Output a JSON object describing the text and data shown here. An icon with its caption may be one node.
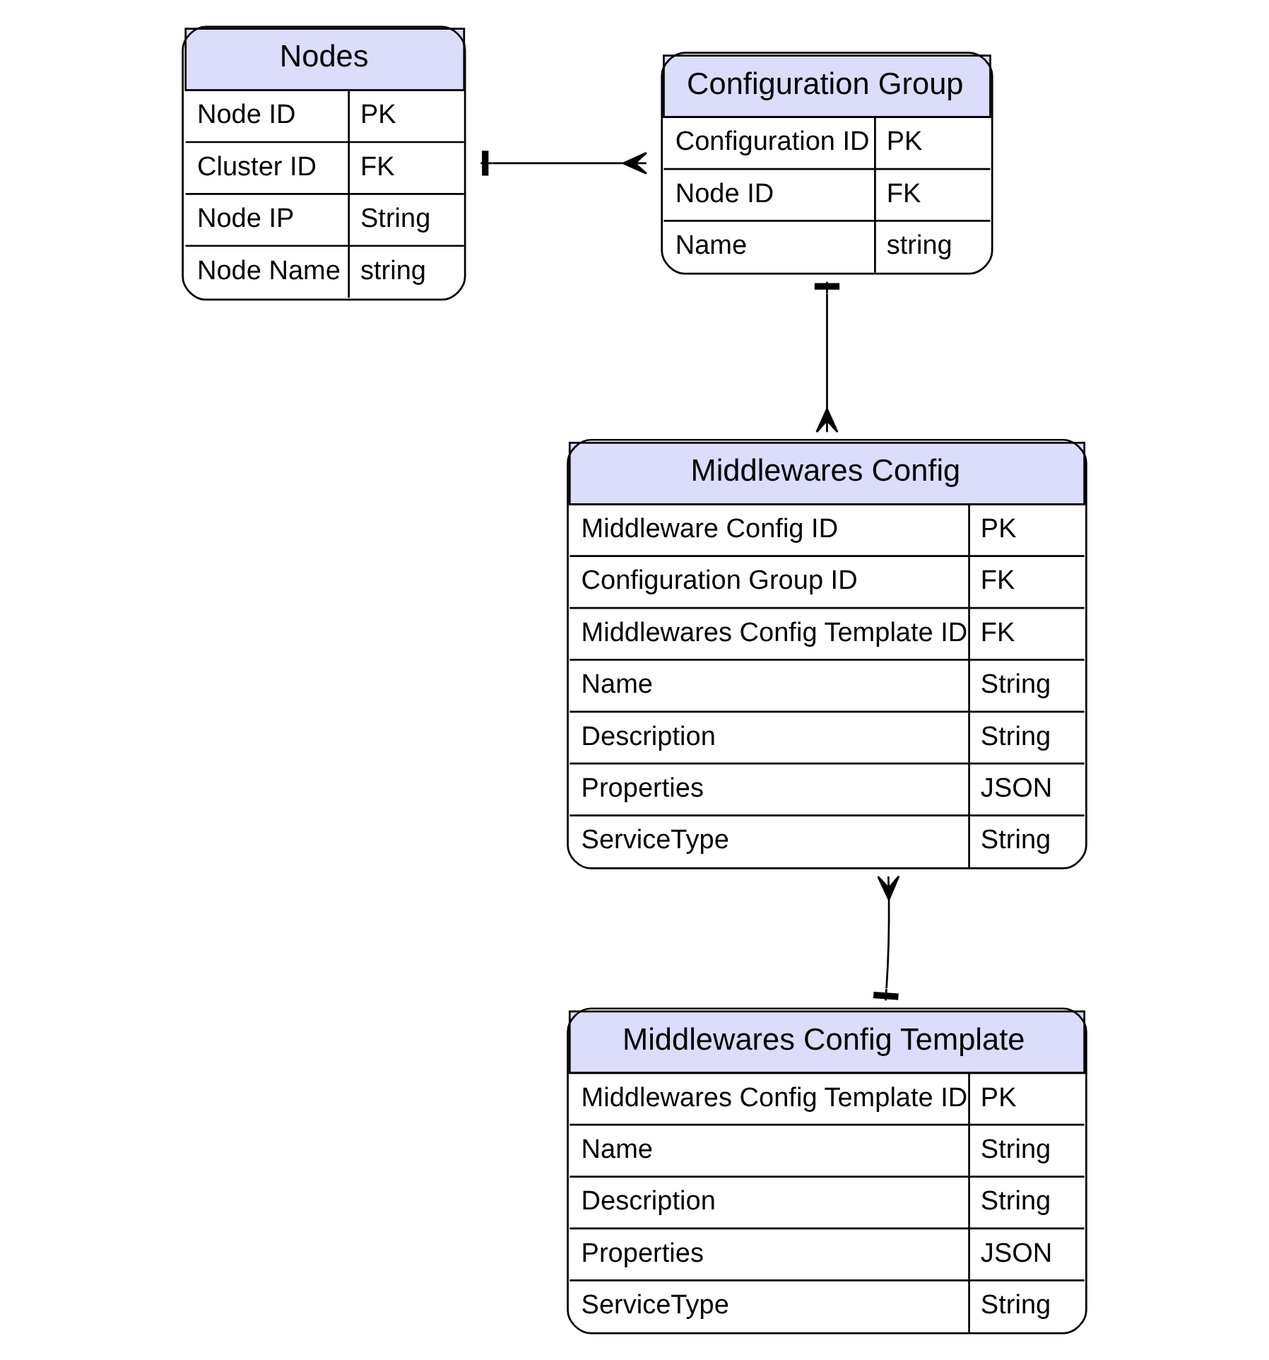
{
  "diagram": {
    "nodes": [
      {
        "text": [
          "Nodes",
          "Node ID",
          "PK",
          "Cluster ID",
          "FK",
          "Node IP",
          "String",
          "Node Name",
          "string"
        ]
      },
      {
        "text": [
          "Configuration Group",
          "Configuration ID",
          "PK",
          "Node ID",
          "FK",
          "Name",
          "string"
        ]
      },
      {
        "text": [
          "Middlewares Config",
          "Middleware Config ID",
          "PK",
          "Configuration Group ID",
          "FK",
          "Middlewares Config Template ID",
          "FK",
          "Name",
          "String",
          "Description",
          "String",
          "Properties",
          "JSON",
          "ServiceType",
          "String"
        ]
      },
      {
        "text": [
          "Middlewares Config Template",
          "Middlewares Config Template ID",
          "PK",
          "Name",
          "String",
          "Description",
          "String",
          "Properties",
          "JSON",
          "ServiceType",
          "String"
        ]
      }
    ],
    "edges": [
      {
        "from": 0,
        "to": 1,
        "arrow": "other"
      },
      {
        "from": 1,
        "to": 2,
        "arrow": "other"
      },
      {
        "from": 3,
        "to": 2,
        "arrow": "other"
      }
    ]
  }
}
